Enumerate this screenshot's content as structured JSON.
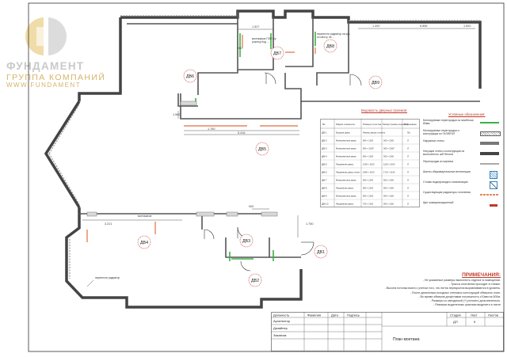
{
  "logo": {
    "line1": "ФУНДАМЕНТ",
    "line2": "ГРУППА КОМПАНИЙ",
    "line3": "WWW.FUNDAMENT",
    "colors": {
      "gold": "#d6b46a",
      "grey": "#c9c9c9"
    }
  },
  "plan": {
    "doors": [
      {
        "id": "d1",
        "label": "ДВ1"
      },
      {
        "id": "d2",
        "label": "ДВ2"
      },
      {
        "id": "d3",
        "label": "ДВ3"
      },
      {
        "id": "d4",
        "label": "ДВ4"
      },
      {
        "id": "d5",
        "label": "ДВ5"
      },
      {
        "id": "d6",
        "label": "ДВ6"
      },
      {
        "id": "d7",
        "label": "ДВ7"
      },
      {
        "id": "d8",
        "label": "ДВ8"
      },
      {
        "id": "d9",
        "label": "ДВ9"
      }
    ],
    "dims": {
      "top_left": "1.527",
      "top_r1": "1.492",
      "top_r2": "6.856",
      "top_r3": "1.692",
      "mid_1": "1.760",
      "mid_2": "5.416",
      "left_1": "1.560",
      "low_1": "3.221",
      "low_2": "900",
      "v1": "1.750",
      "v2": "900"
    },
    "annotations": {
      "radiator_note1": "монтажную ПЭП с/у",
      "radiator_note2": "розетку под ...",
      "radiator_note3": "перенести радиатор на кух.",
      "radiator_note4": "по месту, не ...",
      "radiator_note5": "монтажные",
      "radiator_bottom": "перенести радиатор"
    }
  },
  "door_schedule": {
    "title": "Ведомость дверных проемов:",
    "headers": [
      "№",
      "Марка элемента",
      "Размер полотна",
      "Размер проема (черновой)",
      "Открывание"
    ],
    "rows": [
      [
        "ДВ-1",
        "Входная дверь",
        "Размер двери уточнить",
        "-",
        "Пр"
      ],
      [
        "ДВ-2",
        "Межкомнатная дверь",
        "800 × 2100",
        "900 × 2160",
        "Л"
      ],
      [
        "ДВ-3",
        "Межкомнатная дверь",
        "800 × 2100*",
        "900 × 2160*",
        "Л"
      ],
      [
        "ДВ-4",
        "Межкомнатная дверь",
        "800 × 2100",
        "900 × 2160",
        "Л"
      ],
      [
        "ДВ-5",
        "Раздвижная дверь",
        "1000 × 2100",
        "1100 × 2160",
        "Л"
      ],
      [
        "ДВ-6",
        "Раздвижная дверь-пенал",
        "1800 × 2100",
        "1710 × 2160",
        "Л"
      ],
      [
        "ДВ-7",
        "Межкомнатная дверь",
        "800 × 2100",
        "900 × 2160",
        "Л"
      ],
      [
        "ДВ-8",
        "Раздвижная дверь",
        "800 × 2100",
        "900 × 2160",
        "Л"
      ],
      [
        "ДВ-9",
        "Межкомнатная дверь",
        "800 × 2100",
        "900 × 2160",
        "Л"
      ],
      [
        "ДВ-10",
        "Раздвижная дверь",
        "700 × 2100",
        "900 × 2160",
        "Л"
      ]
    ]
  },
  "legend": {
    "title": "Условные обозначения:",
    "items": [
      {
        "label": "Монтируемые перегородки из газоблока 80мм",
        "sym": "green"
      },
      {
        "label": "Монтируемые перегородки и конструкции из ГКЛ/ВГКЛ",
        "sym": "hatch"
      },
      {
        "label": "Наружные стены",
        "sym": "outer"
      },
      {
        "label": "Несущие стены и конструкции из монолитного ж/б бетона",
        "sym": "concrete"
      },
      {
        "label": "Перегородки из кирпича",
        "sym": "brick"
      },
      {
        "label": "Шахты общеквартальные вентиляции",
        "sym": "shaft"
      },
      {
        "label": "Стояки водопровода и канализации",
        "sym": "riser"
      },
      {
        "label": "Существующие радиаторы отопления",
        "sym": "radiator"
      },
      {
        "label": "Щит коммуникационный",
        "sym": "panel"
      }
    ],
    "colors": {
      "green": "#3cb043",
      "red": "#c0392b",
      "orange": "#e8845a"
    }
  },
  "notes": {
    "title": "ПРИМЕЧАНИЯ:",
    "lines": [
      "- Не указанные размеры выполнять отделке в помещении.",
      "- Трасса отопления проходит в стяжке.",
      "- Высота потолка взята с учетом того, что пятна перекрытия выравниваются в уровень.",
      "- После демонтажа исходных стеновых конструкций обмерить план.",
      "- Во время обмеров допустимая погрешность ±10мм на 500м.",
      "- Размеры со звездочкой (*) уточнить дополнительно.",
      "- Размеры выделенных красным выделить в листе"
    ]
  },
  "title_block": {
    "rows": [
      "Должность",
      "Архитектор",
      "Дизайнер",
      "Заказчик"
    ],
    "cols": [
      "Фамилия",
      "Дата",
      "Подпись"
    ],
    "sheet_title": "План монтажа",
    "stage_header": "Стадия",
    "sheet_header": "Лист",
    "sheets_header": "Листов",
    "stage": "ДП",
    "sheet": "5",
    "sheets": ""
  }
}
